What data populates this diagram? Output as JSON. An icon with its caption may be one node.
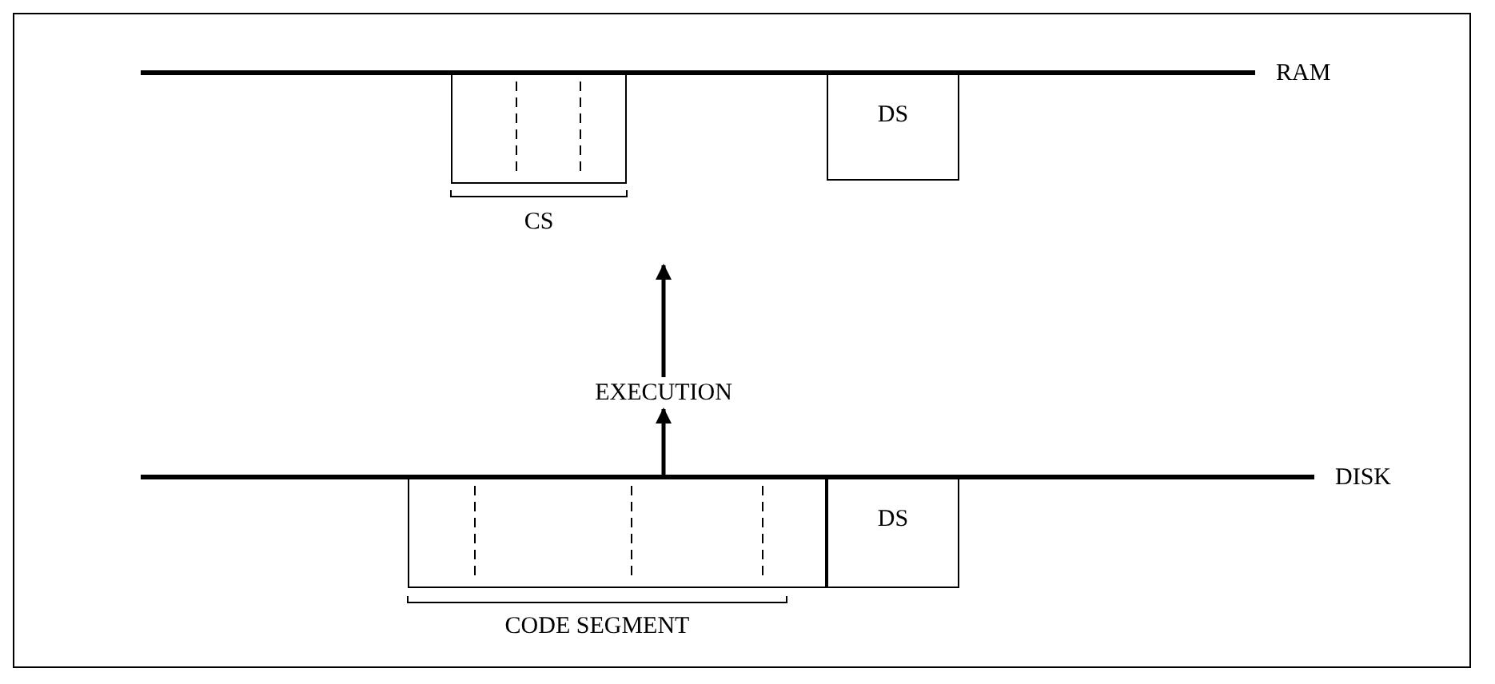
{
  "diagram": {
    "nodes": [
      {
        "text": [],
        "shape": "bar",
        "beside": [
          "RAM"
        ]
      },
      {
        "text": [],
        "shape": "box",
        "beside": [
          "CS"
        ]
      },
      {
        "text": [
          "DS"
        ]
      },
      {
        "text": [
          "EXECUTION"
        ]
      },
      {
        "text": [],
        "shape": "bar",
        "beside": [
          "DISK"
        ]
      },
      {
        "text": [],
        "shape": "box",
        "beside": [
          "CODE SEGMENT"
        ]
      },
      {
        "text": [
          "DS"
        ]
      }
    ],
    "edges": [
      {
        "from": 4,
        "to": 3,
        "arrow": "to"
      },
      {
        "from": 3,
        "to": null,
        "arrow": "to"
      }
    ]
  }
}
